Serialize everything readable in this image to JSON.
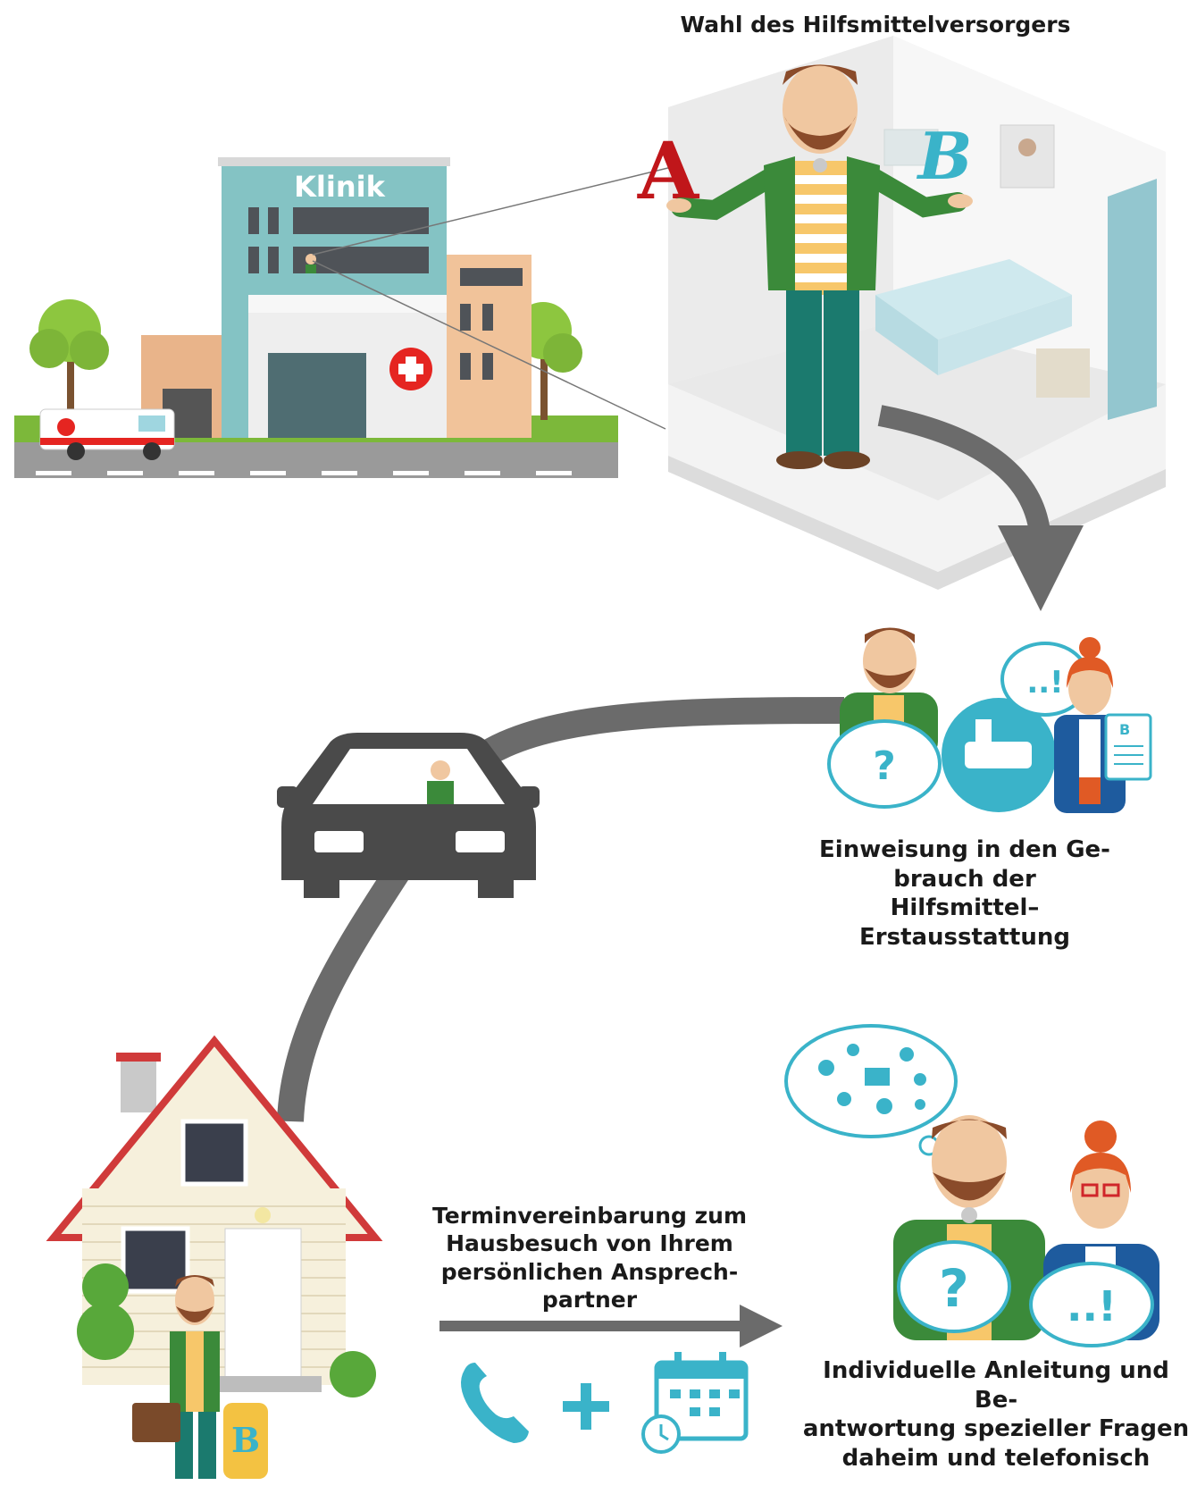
{
  "header": {
    "title": "Wahl des Hilfsmittelversorgers"
  },
  "clinic": {
    "sign": "Klinik"
  },
  "choice": {
    "option_a": "A",
    "option_b": "B"
  },
  "steps": {
    "einweisung": [
      "Einweisung in den Ge-",
      "brauch der Hilfsmittel–",
      "Erstausstattung"
    ],
    "termin": [
      "Terminvereinbarung zum",
      "Hausbesuch von Ihrem",
      "persönlichen Ansprech-",
      "partner"
    ],
    "anleitung": [
      "Individuelle Anleitung und Be-",
      "antwortung spezieller Fragen",
      "daheim und telefonisch"
    ]
  },
  "bubbles": {
    "question": "?",
    "answer": "..!"
  },
  "badges": {
    "brand": "B"
  },
  "colors": {
    "arrow": "#6b6b6b",
    "teal": "#3ab3c9",
    "clinic": "#84c3c4",
    "jacket": "#3b8a3a",
    "pants": "#1b7a6e",
    "beard": "#8a4b2a",
    "woman_hair": "#e05a25",
    "blazer": "#1e5b9e",
    "red_a": "#c0161a",
    "road": "#9a9a9a"
  }
}
